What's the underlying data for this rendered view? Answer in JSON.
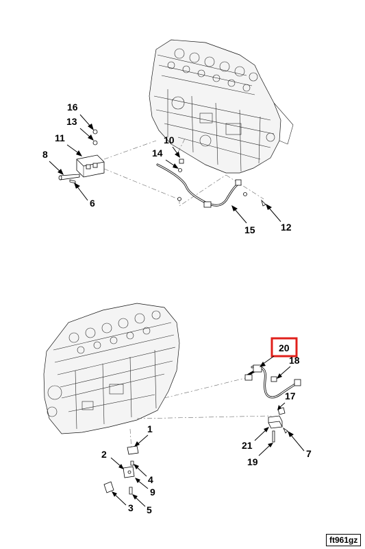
{
  "figure_code": "ft961gz",
  "highlight_color": "#e0201b",
  "highlighted_callout": "20",
  "top_view": {
    "callouts": [
      "16",
      "13",
      "11",
      "8",
      "6",
      "10",
      "14",
      "15",
      "12"
    ]
  },
  "bottom_view": {
    "callouts": [
      "20",
      "18",
      "17",
      "21",
      "19",
      "7",
      "1",
      "2",
      "4",
      "9",
      "3",
      "5"
    ]
  }
}
